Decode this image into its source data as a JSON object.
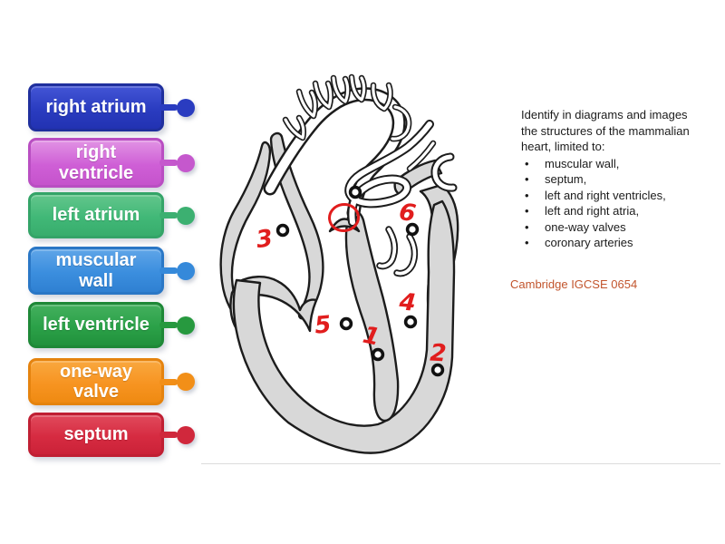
{
  "labels": [
    {
      "id": "right-atrium",
      "text": "right atrium",
      "color": "#2a3cc0",
      "border": "#1f2f9d"
    },
    {
      "id": "right-ventricle",
      "text": "right\nventricle",
      "color": "#cf5fd6",
      "border": "#b94ec2"
    },
    {
      "id": "left-atrium",
      "text": "left atrium",
      "color": "#41b877",
      "border": "#34a468"
    },
    {
      "id": "muscular-wall",
      "text": "muscular\nwall",
      "color": "#3b8ede",
      "border": "#2a77c6"
    },
    {
      "id": "left-ventricle",
      "text": "left ventricle",
      "color": "#2ba148",
      "border": "#1e8837"
    },
    {
      "id": "one-way-valve",
      "text": "one-way\nvalve",
      "color": "#f79421",
      "border": "#e5830e"
    },
    {
      "id": "septum",
      "text": "septum",
      "color": "#d62b41",
      "border": "#c01f33"
    }
  ],
  "instructions": {
    "intro": "Identify in diagrams and images the structures of the mammalian heart, limited to:",
    "bullet_char": "•",
    "bullets": [
      "muscular wall,",
      "septum,",
      "left and right ventricles,",
      "left and right atria,",
      "one-way valves",
      "coronary arteries"
    ],
    "attribution": "Cambridge IGCSE 0654",
    "attribution_color": "#c2552d"
  },
  "diagram": {
    "description": "outline cross-section of mammalian heart",
    "annotation_color": "#e11d1d",
    "numbers": [
      "1",
      "2",
      "3",
      "4",
      "5",
      "6"
    ],
    "marker_count": 7,
    "fill_gray": "#d8d8d8",
    "outline_color": "#1c1c1c"
  }
}
